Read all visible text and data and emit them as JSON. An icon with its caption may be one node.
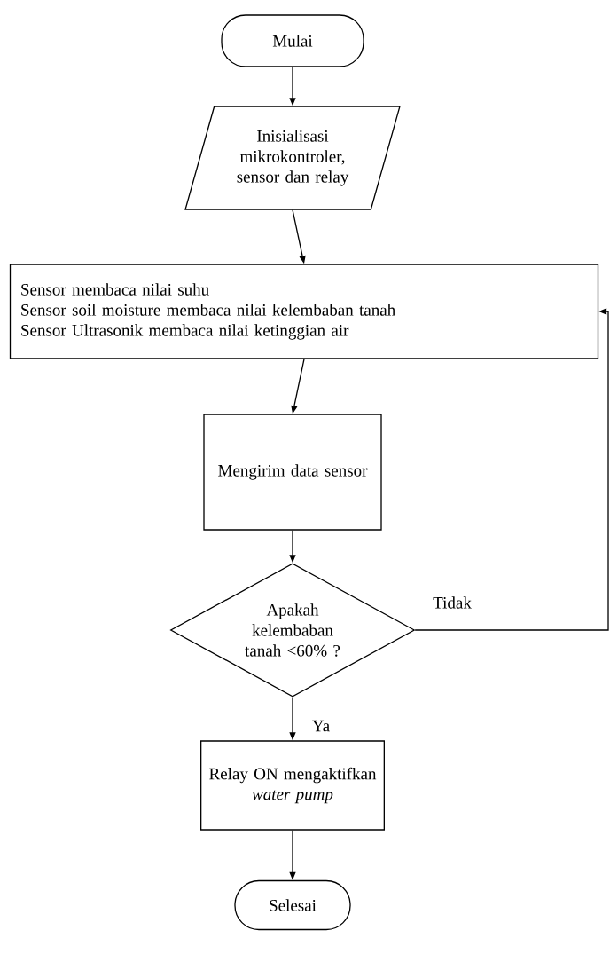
{
  "diagram": {
    "nodes": [
      {
        "text": [
          "Mulai"
        ]
      },
      {
        "text": [
          "Inisialisasi mikrokontroler, sensor dan relay"
        ]
      },
      {
        "text": [
          "Sensor membaca nilai suhu",
          "Sensor soil moisture membaca nilai kelembaban tanah",
          "Sensor Ultrasonik membaca nilai ketinggian air"
        ]
      },
      {
        "text": [
          "Mengirim data sensor"
        ]
      },
      {
        "text": [
          "Apakah kelembaban tanah <60% ?"
        ]
      },
      {
        "text": [
          "Relay ON mengaktifkan *water pump*"
        ]
      },
      {
        "text": [
          "Selesai"
        ]
      }
    ],
    "edges": [
      {
        "from": 0,
        "to": 1,
        "arrow": "to"
      },
      {
        "from": 1,
        "to": 2,
        "arrow": "to"
      },
      {
        "from": 2,
        "to": 3,
        "arrow": "to"
      },
      {
        "from": 3,
        "to": 4,
        "arrow": "to"
      },
      {
        "from": 4,
        "to": 5,
        "arrow": "to",
        "label": "Ya"
      },
      {
        "from": 4,
        "to": 2,
        "arrow": "to",
        "label": "Tidak"
      },
      {
        "from": 5,
        "to": 6,
        "arrow": "to"
      }
    ]
  }
}
